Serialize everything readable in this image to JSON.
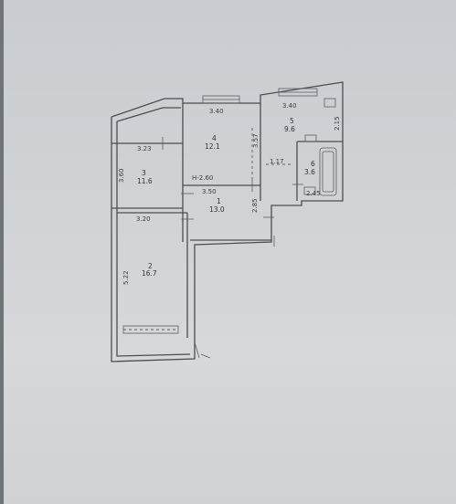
{
  "rooms": [
    {
      "id": "1",
      "number": "1",
      "area": "13.0"
    },
    {
      "id": "2",
      "number": "2",
      "area": "16.7"
    },
    {
      "id": "3",
      "number": "3",
      "area": "11.6"
    },
    {
      "id": "4",
      "number": "4",
      "area": "12.1"
    },
    {
      "id": "5",
      "number": "5",
      "area": "9.6"
    },
    {
      "id": "6",
      "number": "6",
      "area": "3.6"
    }
  ],
  "dimensions": {
    "room4_width": "3.40",
    "room5_width": "3.40",
    "room3_width": "3.23",
    "room3_height": "3.60",
    "room2_width": "3.20",
    "room2_height": "5.22",
    "corridor_width": "3.50",
    "ceiling_height": "H-2.60",
    "room4_height": "3.57",
    "hall_depth": "2.85",
    "hall_passage": "1.17",
    "kitchen_depth": "2.15",
    "bath_label": "2.45"
  }
}
